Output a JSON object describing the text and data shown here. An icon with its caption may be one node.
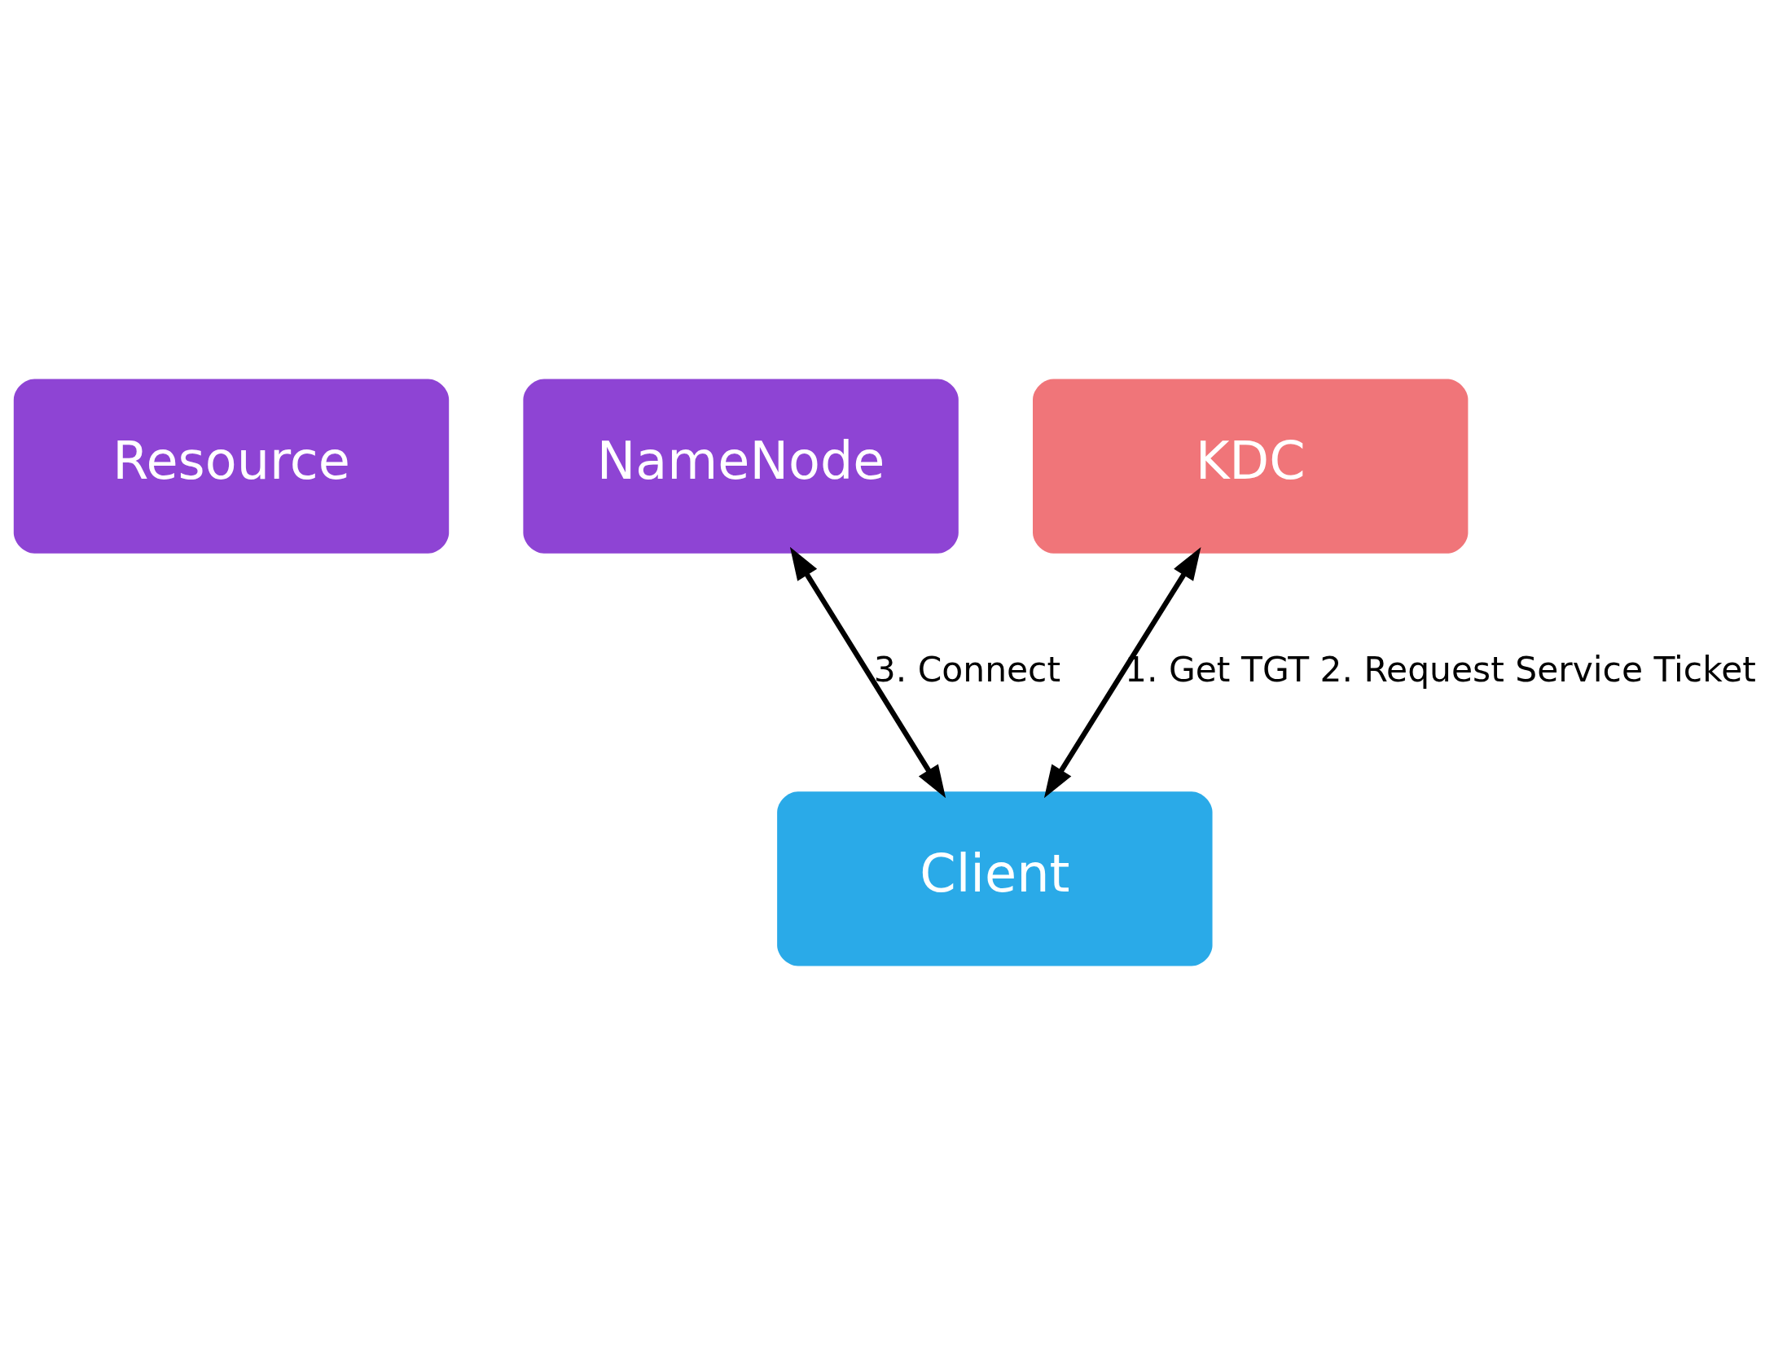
{
  "diagram": {
    "nodes": [
      {
        "text": [
          "Resource"
        ]
      },
      {
        "text": [
          "NameNode"
        ]
      },
      {
        "text": [
          "KDC"
        ]
      },
      {
        "text": [
          "Client"
        ]
      }
    ],
    "edges": [
      {
        "from": 1,
        "to": 3,
        "arrow": "both",
        "label": "3. Connect"
      },
      {
        "from": 2,
        "to": 3,
        "arrow": "both",
        "label": "1. Get TGT 2. Request Service Ticket"
      }
    ]
  }
}
